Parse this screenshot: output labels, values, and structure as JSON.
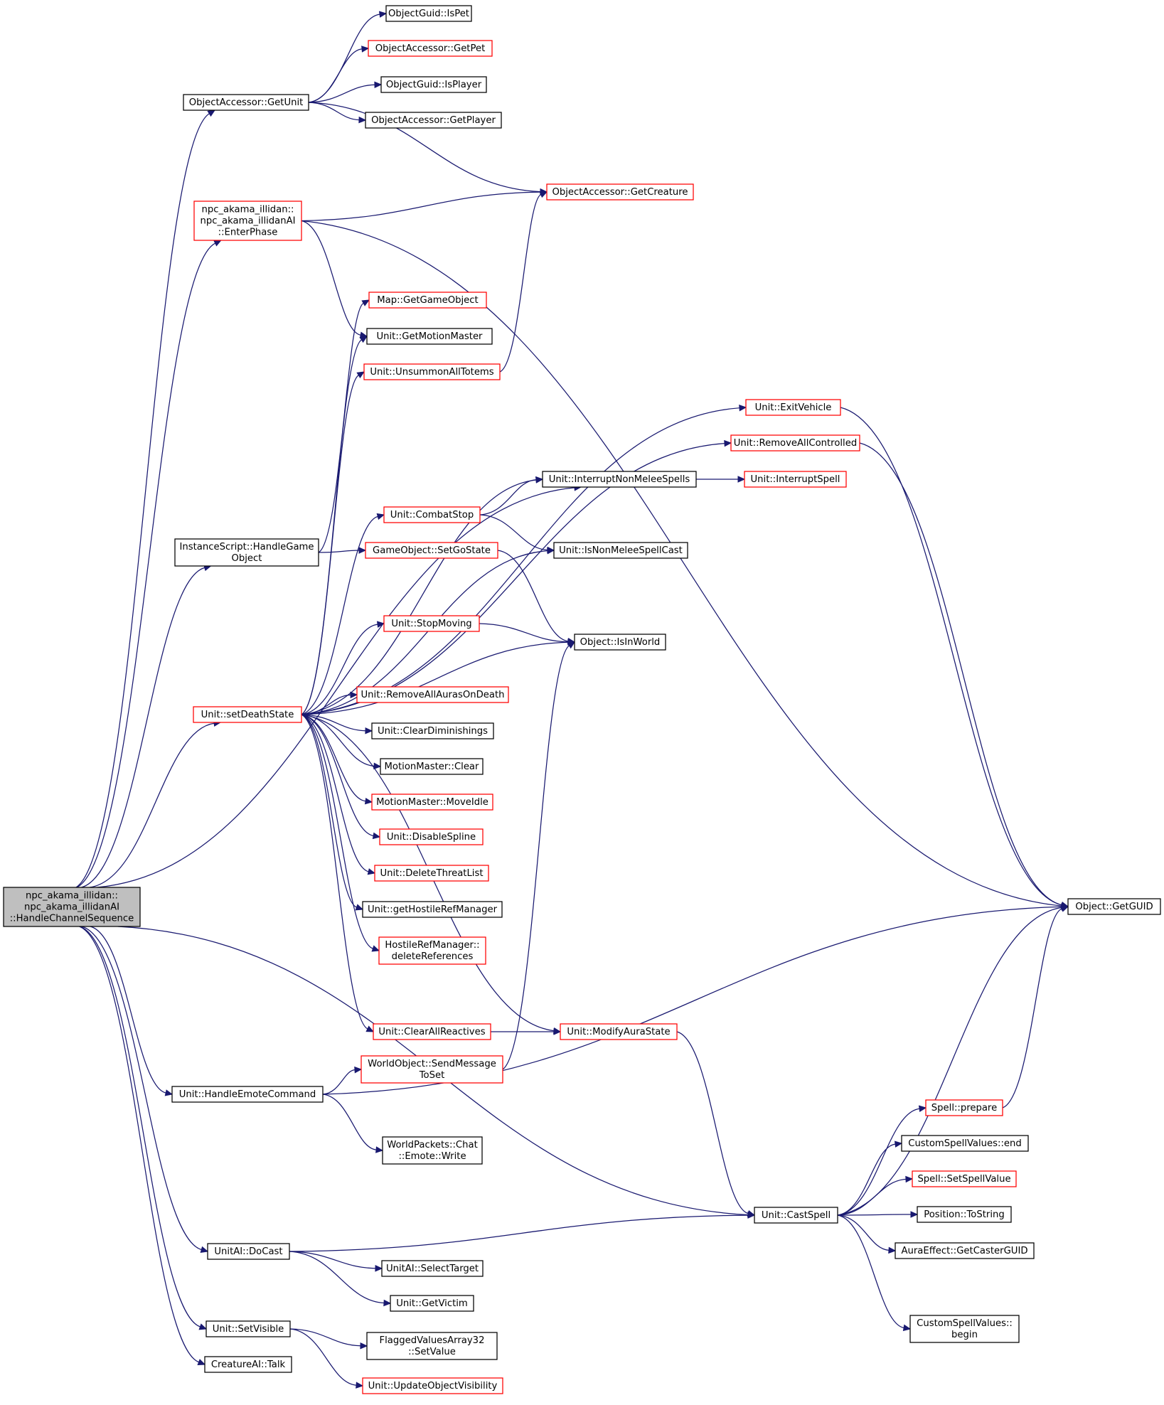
{
  "colors": {
    "edge": "#191970",
    "documented_border": "#000000",
    "undocumented_border": "#ff0000",
    "root_fill": "#bfbfbf",
    "node_fill": "#ffffff"
  },
  "nodes": [
    {
      "id": "root",
      "lines": [
        "npc_akama_illidan::",
        "npc_akama_illidanAI",
        "::HandleChannelSequence"
      ],
      "style": "root"
    },
    {
      "id": "objacc_getunit",
      "lines": [
        "ObjectAccessor::GetUnit"
      ],
      "style": "black"
    },
    {
      "id": "enterphase",
      "lines": [
        "npc_akama_illidan::",
        "npc_akama_illidanAI",
        "::EnterPhase"
      ],
      "style": "red"
    },
    {
      "id": "handlegameobject",
      "lines": [
        "InstanceScript::HandleGame",
        "Object"
      ],
      "style": "black"
    },
    {
      "id": "setdeathstate",
      "lines": [
        "Unit::setDeathState"
      ],
      "style": "red"
    },
    {
      "id": "handleemote",
      "lines": [
        "Unit::HandleEmoteCommand"
      ],
      "style": "black"
    },
    {
      "id": "docast",
      "lines": [
        "UnitAI::DoCast"
      ],
      "style": "black"
    },
    {
      "id": "setvisible",
      "lines": [
        "Unit::SetVisible"
      ],
      "style": "black"
    },
    {
      "id": "talk",
      "lines": [
        "CreatureAI::Talk"
      ],
      "style": "black"
    },
    {
      "id": "ispet",
      "lines": [
        "ObjectGuid::IsPet"
      ],
      "style": "black"
    },
    {
      "id": "getpet",
      "lines": [
        "ObjectAccessor::GetPet"
      ],
      "style": "red"
    },
    {
      "id": "isplayer",
      "lines": [
        "ObjectGuid::IsPlayer"
      ],
      "style": "black"
    },
    {
      "id": "getplayer",
      "lines": [
        "ObjectAccessor::GetPlayer"
      ],
      "style": "black"
    },
    {
      "id": "getcreature",
      "lines": [
        "ObjectAccessor::GetCreature"
      ],
      "style": "red"
    },
    {
      "id": "getgameobject",
      "lines": [
        "Map::GetGameObject"
      ],
      "style": "red"
    },
    {
      "id": "getmotionmaster",
      "lines": [
        "Unit::GetMotionMaster"
      ],
      "style": "black"
    },
    {
      "id": "unsummontotems",
      "lines": [
        "Unit::UnsummonAllTotems"
      ],
      "style": "red"
    },
    {
      "id": "exitvehicle",
      "lines": [
        "Unit::ExitVehicle"
      ],
      "style": "red"
    },
    {
      "id": "removeallcontrolled",
      "lines": [
        "Unit::RemoveAllControlled"
      ],
      "style": "red"
    },
    {
      "id": "interruptnonmelee",
      "lines": [
        "Unit::InterruptNonMeleeSpells"
      ],
      "style": "black"
    },
    {
      "id": "interruptspell",
      "lines": [
        "Unit::InterruptSpell"
      ],
      "style": "red"
    },
    {
      "id": "combatstop",
      "lines": [
        "Unit::CombatStop"
      ],
      "style": "red"
    },
    {
      "id": "setgostate",
      "lines": [
        "GameObject::SetGoState"
      ],
      "style": "red"
    },
    {
      "id": "isnonmeleespellcast",
      "lines": [
        "Unit::IsNonMeleeSpellCast"
      ],
      "style": "black"
    },
    {
      "id": "stopmoving",
      "lines": [
        "Unit::StopMoving"
      ],
      "style": "red"
    },
    {
      "id": "isinworld",
      "lines": [
        "Object::IsInWorld"
      ],
      "style": "black"
    },
    {
      "id": "removeaurasondeath",
      "lines": [
        "Unit::RemoveAllAurasOnDeath"
      ],
      "style": "red"
    },
    {
      "id": "cleardiminishings",
      "lines": [
        "Unit::ClearDiminishings"
      ],
      "style": "black"
    },
    {
      "id": "mmclear",
      "lines": [
        "MotionMaster::Clear"
      ],
      "style": "black"
    },
    {
      "id": "mmmoveidle",
      "lines": [
        "MotionMaster::MoveIdle"
      ],
      "style": "red"
    },
    {
      "id": "disablespline",
      "lines": [
        "Unit::DisableSpline"
      ],
      "style": "red"
    },
    {
      "id": "deletethreatlist",
      "lines": [
        "Unit::DeleteThreatList"
      ],
      "style": "red"
    },
    {
      "id": "gethostilerefmanager",
      "lines": [
        "Unit::getHostileRefManager"
      ],
      "style": "black"
    },
    {
      "id": "hostiledelete",
      "lines": [
        "HostileRefManager::",
        "deleteReferences"
      ],
      "style": "red"
    },
    {
      "id": "clearallreactives",
      "lines": [
        "Unit::ClearAllReactives"
      ],
      "style": "red"
    },
    {
      "id": "modifyaurastate",
      "lines": [
        "Unit::ModifyAuraState"
      ],
      "style": "red"
    },
    {
      "id": "sendmessagetoset",
      "lines": [
        "WorldObject::SendMessage",
        "ToSet"
      ],
      "style": "red"
    },
    {
      "id": "emotewrite",
      "lines": [
        "WorldPackets::Chat",
        "::Emote::Write"
      ],
      "style": "black"
    },
    {
      "id": "getguid",
      "lines": [
        "Object::GetGUID"
      ],
      "style": "black"
    },
    {
      "id": "castspell",
      "lines": [
        "Unit::CastSpell"
      ],
      "style": "black"
    },
    {
      "id": "spellprepare",
      "lines": [
        "Spell::prepare"
      ],
      "style": "red"
    },
    {
      "id": "csvend",
      "lines": [
        "CustomSpellValues::end"
      ],
      "style": "black"
    },
    {
      "id": "setspellvalue",
      "lines": [
        "Spell::SetSpellValue"
      ],
      "style": "red"
    },
    {
      "id": "tostring",
      "lines": [
        "Position::ToString"
      ],
      "style": "black"
    },
    {
      "id": "getcasterguid",
      "lines": [
        "AuraEffect::GetCasterGUID"
      ],
      "style": "black"
    },
    {
      "id": "csvbegin",
      "lines": [
        "CustomSpellValues::",
        "begin"
      ],
      "style": "black"
    },
    {
      "id": "selecttarget",
      "lines": [
        "UnitAI::SelectTarget"
      ],
      "style": "black"
    },
    {
      "id": "getvictim",
      "lines": [
        "Unit::GetVictim"
      ],
      "style": "black"
    },
    {
      "id": "flaggedsetvalue",
      "lines": [
        "FlaggedValuesArray32",
        "::SetValue"
      ],
      "style": "black"
    },
    {
      "id": "updatevisibility",
      "lines": [
        "Unit::UpdateObjectVisibility"
      ],
      "style": "red"
    }
  ],
  "edges": [
    [
      "root",
      "objacc_getunit"
    ],
    [
      "root",
      "enterphase"
    ],
    [
      "root",
      "interruptnonmelee"
    ],
    [
      "root",
      "handlegameobject"
    ],
    [
      "root",
      "setdeathstate"
    ],
    [
      "root",
      "handleemote"
    ],
    [
      "root",
      "castspell"
    ],
    [
      "root",
      "docast"
    ],
    [
      "root",
      "setvisible"
    ],
    [
      "root",
      "talk"
    ],
    [
      "objacc_getunit",
      "ispet"
    ],
    [
      "objacc_getunit",
      "getpet"
    ],
    [
      "objacc_getunit",
      "isplayer"
    ],
    [
      "objacc_getunit",
      "getplayer"
    ],
    [
      "objacc_getunit",
      "getcreature"
    ],
    [
      "enterphase",
      "getcreature"
    ],
    [
      "enterphase",
      "getguid"
    ],
    [
      "enterphase",
      "getmotionmaster"
    ],
    [
      "handlegameobject",
      "getgameobject"
    ],
    [
      "handlegameobject",
      "setgostate"
    ],
    [
      "setdeathstate",
      "getmotionmaster"
    ],
    [
      "setdeathstate",
      "unsummontotems"
    ],
    [
      "setdeathstate",
      "exitvehicle"
    ],
    [
      "setdeathstate",
      "removeallcontrolled"
    ],
    [
      "setdeathstate",
      "interruptnonmelee"
    ],
    [
      "setdeathstate",
      "combatstop"
    ],
    [
      "setdeathstate",
      "isnonmeleespellcast"
    ],
    [
      "setdeathstate",
      "stopmoving"
    ],
    [
      "setdeathstate",
      "isinworld"
    ],
    [
      "setdeathstate",
      "removeaurasondeath"
    ],
    [
      "setdeathstate",
      "cleardiminishings"
    ],
    [
      "setdeathstate",
      "mmclear"
    ],
    [
      "setdeathstate",
      "mmmoveidle"
    ],
    [
      "setdeathstate",
      "disablespline"
    ],
    [
      "setdeathstate",
      "deletethreatlist"
    ],
    [
      "setdeathstate",
      "gethostilerefmanager"
    ],
    [
      "setdeathstate",
      "hostiledelete"
    ],
    [
      "setdeathstate",
      "clearallreactives"
    ],
    [
      "setdeathstate",
      "modifyaurastate"
    ],
    [
      "unsummontotems",
      "getcreature"
    ],
    [
      "exitvehicle",
      "getguid"
    ],
    [
      "removeallcontrolled",
      "getguid"
    ],
    [
      "interruptnonmelee",
      "interruptspell"
    ],
    [
      "combatstop",
      "interruptnonmelee"
    ],
    [
      "combatstop",
      "isnonmeleespellcast"
    ],
    [
      "setgostate",
      "isinworld"
    ],
    [
      "stopmoving",
      "isinworld"
    ],
    [
      "clearallreactives",
      "modifyaurastate"
    ],
    [
      "modifyaurastate",
      "castspell"
    ],
    [
      "sendmessagetoset",
      "isinworld"
    ],
    [
      "handleemote",
      "sendmessagetoset"
    ],
    [
      "handleemote",
      "getguid"
    ],
    [
      "handleemote",
      "emotewrite"
    ],
    [
      "docast",
      "castspell"
    ],
    [
      "docast",
      "selecttarget"
    ],
    [
      "docast",
      "getvictim"
    ],
    [
      "castspell",
      "spellprepare"
    ],
    [
      "castspell",
      "csvend"
    ],
    [
      "castspell",
      "setspellvalue"
    ],
    [
      "castspell",
      "tostring"
    ],
    [
      "castspell",
      "getcasterguid"
    ],
    [
      "castspell",
      "csvbegin"
    ],
    [
      "castspell",
      "getguid"
    ],
    [
      "spellprepare",
      "getguid"
    ],
    [
      "setvisible",
      "flaggedsetvalue"
    ],
    [
      "setvisible",
      "updatevisibility"
    ]
  ]
}
